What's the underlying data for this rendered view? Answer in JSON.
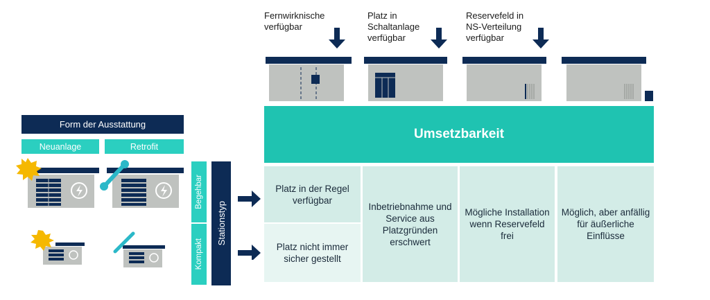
{
  "left": {
    "title": "Form der Ausstattung",
    "new": "Neuanlage",
    "retrofit": "Retrofit"
  },
  "station_type": {
    "title": "Stationstyp",
    "walkable": "Begehbar",
    "compact": "Kompakt"
  },
  "top_labels": [
    "Fernwirknische verfügbar",
    "Platz in Schaltanlage verfügbar",
    "Reservefeld in NS-Verteilung verfügbar"
  ],
  "header": "Umsetzbarkeit",
  "cells": {
    "col1_top": "Platz in der Regel verfügbar",
    "col1_bottom": "Platz nicht immer sicher gestellt",
    "col2": "Inbetriebnahme und Service aus Platzgründen erschwert",
    "col3": "Mögliche Installation wenn Reservefeld frei",
    "col4": "Möglich, aber anfällig für äußerliche Einflüsse"
  },
  "colors": {
    "navy": "#0d2b55",
    "teal": "#2bcfc0",
    "cell": "#d3ece7",
    "cell_light": "#e7f5f2",
    "gray": "#bfc2bf",
    "sun": "#f5b800"
  }
}
